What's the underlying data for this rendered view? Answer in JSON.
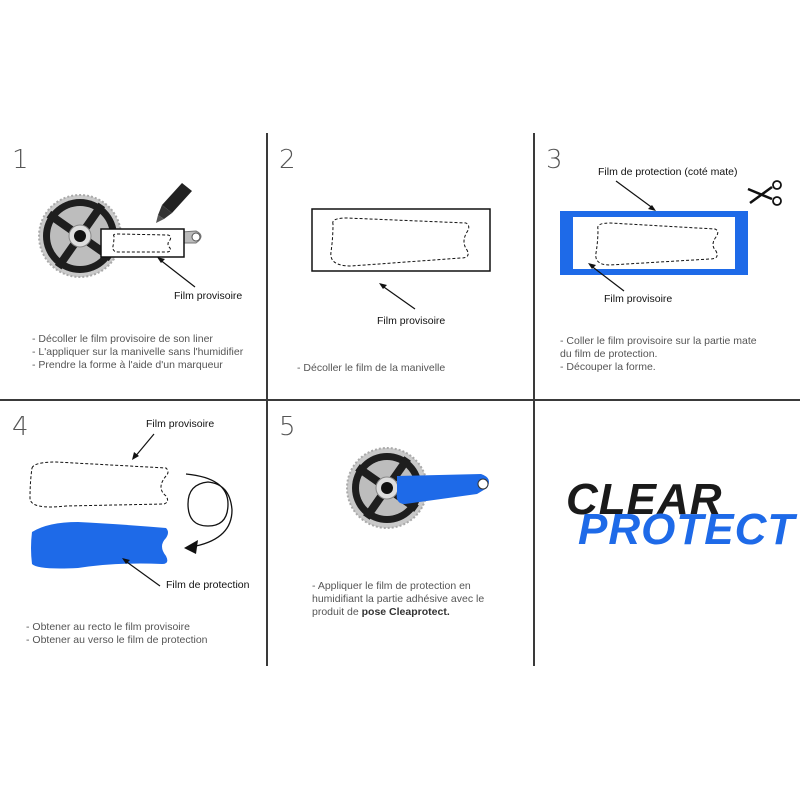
{
  "colors": {
    "accent_blue": "#1e6ae8",
    "grid_line": "#3a3a3a",
    "instruction_text": "#555555",
    "label_text": "#111111"
  },
  "steps": [
    {
      "number": "1",
      "illustration": "crankset-with-marker",
      "labels": [
        "Film provisoire"
      ],
      "instructions": [
        "- Décoller le film provisoire de son liner",
        "- L'appliquer sur la manivelle sans l'humidifier",
        "- Prendre la forme à l'aide d'un marqueur"
      ]
    },
    {
      "number": "2",
      "illustration": "dashed-outline-on-film",
      "labels": [
        "Film provisoire"
      ],
      "instructions": [
        "- Décoller le film de la manivelle"
      ]
    },
    {
      "number": "3",
      "illustration": "film-on-protection-with-scissors",
      "labels": [
        "Film de protection (coté mate)",
        "Film provisoire"
      ],
      "instructions": [
        "- Coller le film provisoire sur la partie mate",
        "du film de protection.",
        "- Découper la forme."
      ]
    },
    {
      "number": "4",
      "illustration": "flip-films",
      "labels": [
        "Film provisoire",
        "Film de protection"
      ],
      "instructions": [
        "- Obtener au recto le film provisoire",
        "- Obtener au verso le film de protection"
      ]
    },
    {
      "number": "5",
      "illustration": "crankset-with-blue-protection",
      "labels": [],
      "instructions": [
        "- Appliquer le film de protection en",
        "humidifiant la partie adhésive avec le",
        "produit de ",
        "pose Cleaprotect."
      ]
    }
  ],
  "logo": {
    "line1": "CLEAR",
    "line2": "PROTECT"
  }
}
